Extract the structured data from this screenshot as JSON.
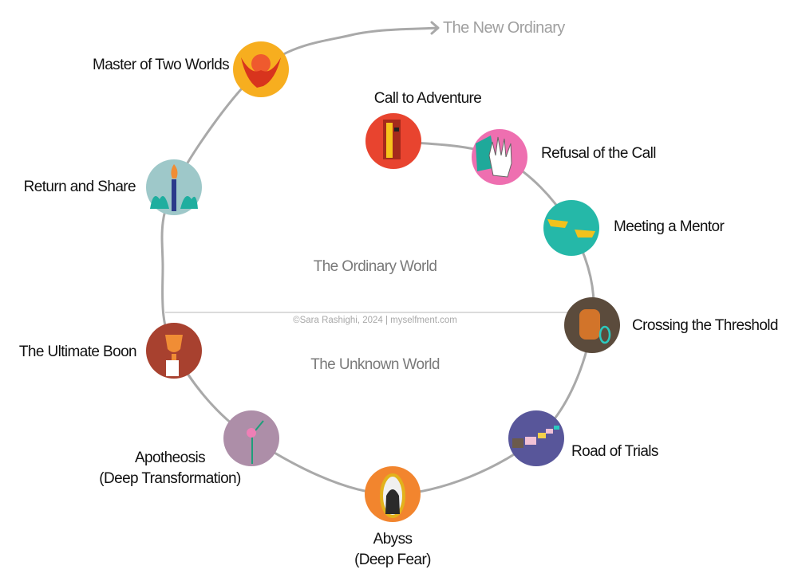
{
  "title": "Hero's Journey",
  "new_ordinary": "The New Ordinary",
  "ordinary_world": "The Ordinary World",
  "unknown_world": "The Unknown World",
  "copyright": "©Sara Rashighi, 2024 | myselfment.com",
  "colors": {
    "path": "#a9a9a9",
    "divider": "#cfcfcf"
  },
  "stages": [
    {
      "label": "Call to Adventure",
      "icon": "door-icon",
      "color": "#e8442f"
    },
    {
      "label": "Refusal of the Call",
      "icon": "raised-hand-icon",
      "color": "#ee6fb0"
    },
    {
      "label": "Meeting a Mentor",
      "icon": "reaching-hands-icon",
      "color": "#25b8a8"
    },
    {
      "label": "Crossing the Threshold",
      "icon": "lock-icon",
      "color": "#5b4b3c"
    },
    {
      "label": "Road of Trials",
      "icon": "stones-icon",
      "color": "#58569a"
    },
    {
      "label": "Abyss",
      "label2": "(Deep Fear)",
      "icon": "mirror-icon",
      "color": "#f2852e"
    },
    {
      "label": "Apotheosis",
      "label2": "(Deep Transformation)",
      "icon": "flower-icon",
      "color": "#ad8ea8"
    },
    {
      "label": "The Ultimate Boon",
      "icon": "trophy-icon",
      "color": "#a8412f"
    },
    {
      "label": "Return and Share",
      "icon": "torch-icon",
      "color": "#9ec8c9"
    },
    {
      "label": "Master of Two Worlds",
      "icon": "phoenix-icon",
      "color": "#f7ae1f"
    }
  ]
}
